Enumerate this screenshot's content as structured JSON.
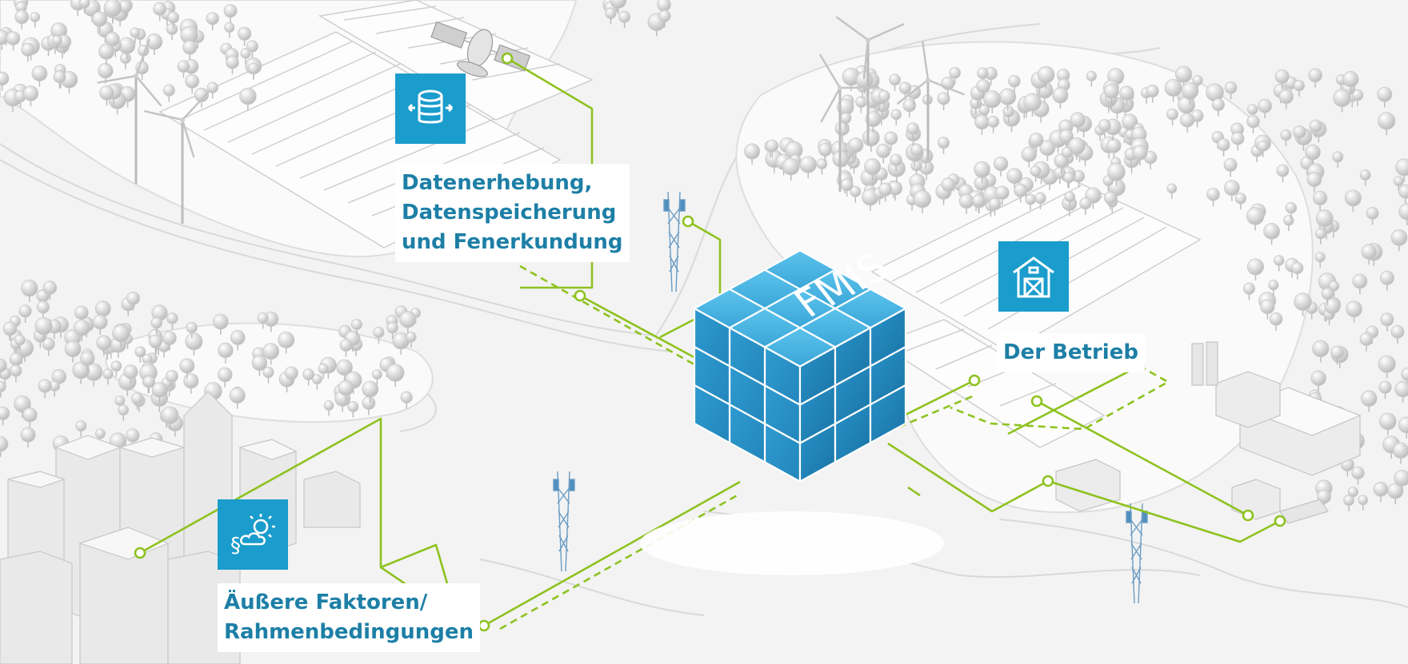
{
  "colors": {
    "accent_blue": "#1a9ccc",
    "label_text": "#1d7fa6",
    "line_green": "#8ec21f",
    "cube_face": "#3aa6d8",
    "cube_text": "#ffffff",
    "terrain": "#f3f3f3"
  },
  "cube": {
    "label": "FMIS"
  },
  "nodes": {
    "data": {
      "icon": "database-icon",
      "lines": [
        "Datenerhebung,",
        "Datenspeicherung",
        "und Fenerkundung"
      ]
    },
    "farm": {
      "icon": "barn-icon",
      "lines": [
        "Der Betrieb"
      ]
    },
    "external": {
      "icon": "paragraph-weather-icon",
      "lines": [
        "Äußere Faktoren/",
        "Rahmenbedingungen"
      ]
    }
  },
  "scene_elements": {
    "wind_turbines": 5,
    "radio_towers": 3,
    "satellite": "satellite-icon"
  }
}
